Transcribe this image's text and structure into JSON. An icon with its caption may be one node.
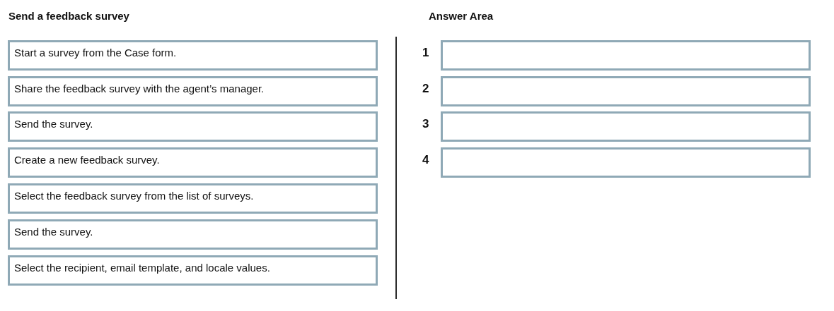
{
  "diagram": {
    "nodes": [
      {
        "text": [
          "Start a survey from the Case form."
        ]
      },
      {
        "text": [
          "Share the feedback survey with the agent’s manager."
        ]
      },
      {
        "text": [
          "Send the survey."
        ]
      },
      {
        "text": [
          "Create a new feedback survey."
        ]
      },
      {
        "text": [
          "Select the feedback survey from the list of surveys."
        ]
      },
      {
        "text": [
          "Send the survey."
        ]
      },
      {
        "text": [
          "Select the recipient, email template, and locale values."
        ]
      },
      {
        "text": [],
        "shape": "box",
        "beside": [
          "1"
        ]
      },
      {
        "text": [],
        "shape": "box",
        "beside": [
          "2"
        ]
      },
      {
        "text": [],
        "shape": "box",
        "beside": [
          "3"
        ]
      },
      {
        "text": [],
        "shape": "box",
        "beside": [
          "4"
        ]
      }
    ],
    "labels": [
      "Send a feedback survey",
      "Answer Area"
    ]
  }
}
